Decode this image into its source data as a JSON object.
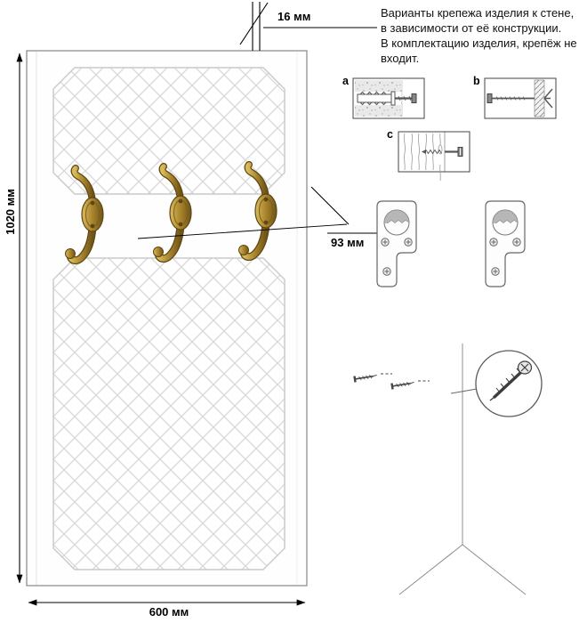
{
  "info": {
    "mounting_note": "Варианты крепежа изделия к стене,\nв зависимости от её конструкции.\nВ комплектацию изделия, крепёж не\nвходит."
  },
  "dimensions": {
    "thickness": "16 мм",
    "height": "1020 мм",
    "width": "600 мм",
    "hook_offset": "93 мм"
  },
  "fastener_options": [
    {
      "label": "a",
      "icon": "dowel-in-concrete-icon"
    },
    {
      "label": "b",
      "icon": "anchor-in-hollow-wall-icon"
    },
    {
      "label": "c",
      "icon": "screw-in-wood-icon"
    }
  ],
  "colors": {
    "hook_brass": "#a9842c",
    "panel_groove": "#d8d8d8",
    "dimension_line": "#000000",
    "hatch_gray": "#b7b7b7"
  }
}
